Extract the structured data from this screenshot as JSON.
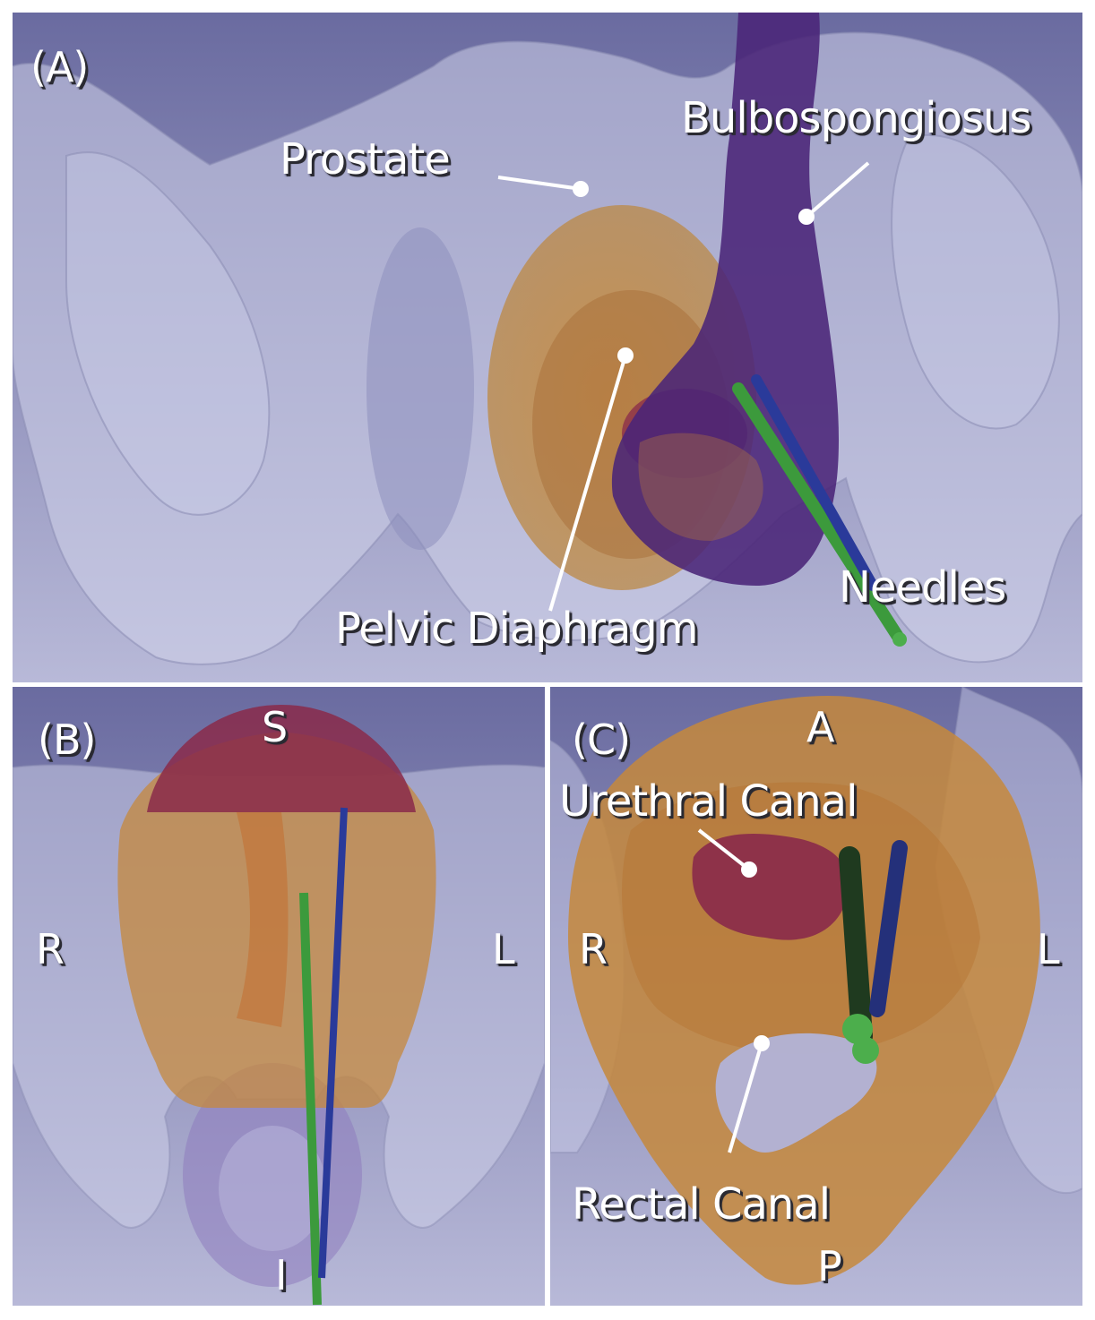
{
  "panels": {
    "a": {
      "tag": "(A)",
      "labels": {
        "prostate": "Prostate",
        "bulbospongiosus": "Bulbospongiosus",
        "pelvic_diaphragm": "Pelvic Diaphragm",
        "needles": "Needles"
      }
    },
    "b": {
      "tag": "(B)",
      "orientation": {
        "superior": "S",
        "inferior": "I",
        "right": "R",
        "left": "L"
      }
    },
    "c": {
      "tag": "(C)",
      "orientation": {
        "anterior": "A",
        "posterior": "P",
        "right": "R",
        "left": "L"
      },
      "labels": {
        "urethral_canal": "Urethral Canal",
        "rectal_canal": "Rectal Canal"
      }
    }
  },
  "colors": {
    "background_top": "#6e6fa3",
    "background_bottom": "#b6b7d6",
    "bone": "#c9cbe6",
    "prostate_orange": "#d79a3a",
    "urethra_red": "#8a2a4a",
    "bulbospongiosus_purple": "#4a2477",
    "needle_green": "#3c9a3c",
    "needle_blue": "#2a3a9a"
  }
}
